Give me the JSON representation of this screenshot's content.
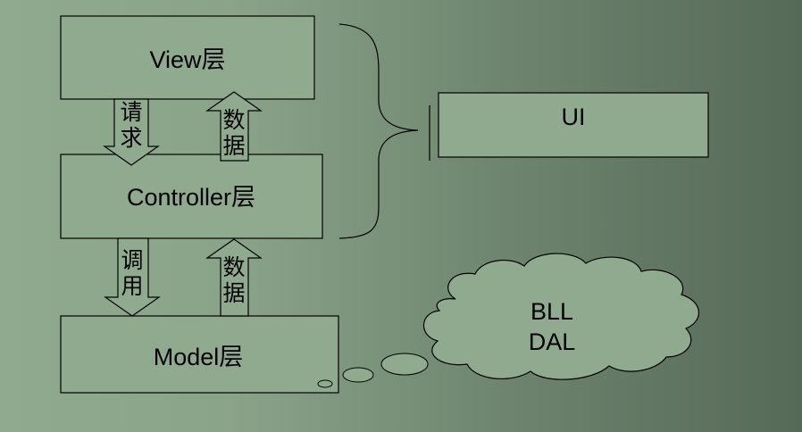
{
  "layers": {
    "view": "View层",
    "controller": "Controller层",
    "model": "Model层"
  },
  "arrows": {
    "view_to_controller": {
      "label_top": "请",
      "label_bottom": "求"
    },
    "controller_to_view": {
      "label_top": "数",
      "label_bottom": "据"
    },
    "controller_to_model": {
      "label_top": "调",
      "label_bottom": "用"
    },
    "model_to_controller": {
      "label_top": "数",
      "label_bottom": "据"
    }
  },
  "ui_box": "UI",
  "cloud": {
    "line1": "BLL",
    "line2": "DAL"
  },
  "colors": {
    "box_fill": "#90aa90",
    "stroke": "#000000"
  }
}
